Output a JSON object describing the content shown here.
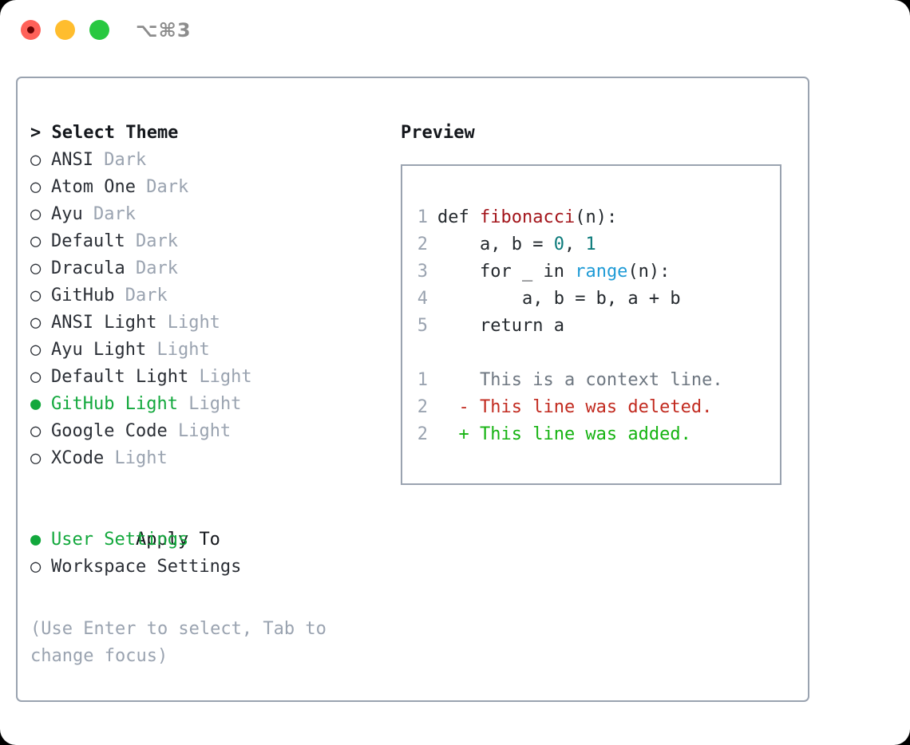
{
  "window": {
    "shortcut_label": "⌥⌘3",
    "traffic_lights": [
      "close-red",
      "minimize-yellow",
      "zoom-green"
    ]
  },
  "theme_picker": {
    "header": "> Select Theme",
    "items": [
      {
        "marker": "○",
        "name": "ANSI",
        "variant": "Dark",
        "selected": false
      },
      {
        "marker": "○",
        "name": "Atom One",
        "variant": "Dark",
        "selected": false
      },
      {
        "marker": "○",
        "name": "Ayu",
        "variant": "Dark",
        "selected": false
      },
      {
        "marker": "○",
        "name": "Default",
        "variant": "Dark",
        "selected": false
      },
      {
        "marker": "○",
        "name": "Dracula",
        "variant": "Dark",
        "selected": false
      },
      {
        "marker": "○",
        "name": "GitHub",
        "variant": "Dark",
        "selected": false
      },
      {
        "marker": "○",
        "name": "ANSI Light",
        "variant": "Light",
        "selected": false
      },
      {
        "marker": "○",
        "name": "Ayu Light",
        "variant": "Light",
        "selected": false
      },
      {
        "marker": "○",
        "name": "Default Light",
        "variant": "Light",
        "selected": false
      },
      {
        "marker": "●",
        "name": "GitHub Light",
        "variant": "Light",
        "selected": true
      },
      {
        "marker": "○",
        "name": "Google Code",
        "variant": "Light",
        "selected": false
      },
      {
        "marker": "○",
        "name": "XCode",
        "variant": "Light",
        "selected": false
      }
    ]
  },
  "apply_to": {
    "header": "Apply To",
    "items": [
      {
        "marker": "●",
        "name": "User Settings",
        "selected": true
      },
      {
        "marker": "○",
        "name": "Workspace Settings",
        "selected": false
      }
    ]
  },
  "hint": "(Use Enter to select, Tab to change focus)",
  "preview": {
    "title": "Preview",
    "code_lines": [
      {
        "no": "1",
        "indent": "",
        "segments": [
          {
            "t": "def ",
            "c": "plain"
          },
          {
            "t": "fibonacci",
            "c": "func"
          },
          {
            "t": "(n):",
            "c": "plain"
          }
        ]
      },
      {
        "no": "2",
        "indent": "    ",
        "segments": [
          {
            "t": "a, b = ",
            "c": "plain"
          },
          {
            "t": "0",
            "c": "num"
          },
          {
            "t": ", ",
            "c": "plain"
          },
          {
            "t": "1",
            "c": "num"
          }
        ]
      },
      {
        "no": "3",
        "indent": "    ",
        "segments": [
          {
            "t": "for _ in ",
            "c": "plain"
          },
          {
            "t": "range",
            "c": "builtin"
          },
          {
            "t": "(n):",
            "c": "plain"
          }
        ]
      },
      {
        "no": "4",
        "indent": "        ",
        "segments": [
          {
            "t": "a, b = b, a + b",
            "c": "plain"
          }
        ]
      },
      {
        "no": "5",
        "indent": "    ",
        "segments": [
          {
            "t": "return a",
            "c": "plain"
          }
        ]
      }
    ],
    "diff_lines": [
      {
        "no": "1",
        "sign": "  ",
        "text": "This is a context line.",
        "kind": "ctx"
      },
      {
        "no": "2",
        "sign": "- ",
        "text": "This line was deleted.",
        "kind": "del"
      },
      {
        "no": "2",
        "sign": "+ ",
        "text": "This line was added.",
        "kind": "add"
      }
    ]
  },
  "colors": {
    "selected_green": "#12a83c",
    "muted_gray": "#9aa3b0",
    "border": "#9aa3b0",
    "func_red": "#a3151b",
    "number_teal": "#0b7a7a",
    "builtin_blue": "#1f9bd6",
    "diff_del_red": "#c22b20",
    "diff_add_green": "#16b312",
    "traffic_red": "#ff6159",
    "traffic_yellow": "#ffbd2e",
    "traffic_green": "#28c840"
  }
}
